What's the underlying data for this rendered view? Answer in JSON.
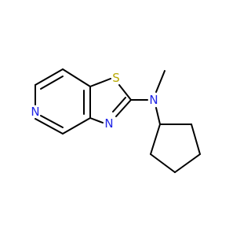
{
  "molecule": {
    "atoms": {
      "thiazole_s": {
        "symbol": "S",
        "color": "#b8a800"
      },
      "thiazole_n": {
        "symbol": "N",
        "color": "#1f24e6"
      },
      "pyridine_n": {
        "symbol": "N",
        "color": "#1f24e6"
      },
      "amine_n": {
        "symbol": "N",
        "color": "#1f24e6"
      }
    },
    "bond_color": "#000000",
    "background": "#ffffff"
  }
}
